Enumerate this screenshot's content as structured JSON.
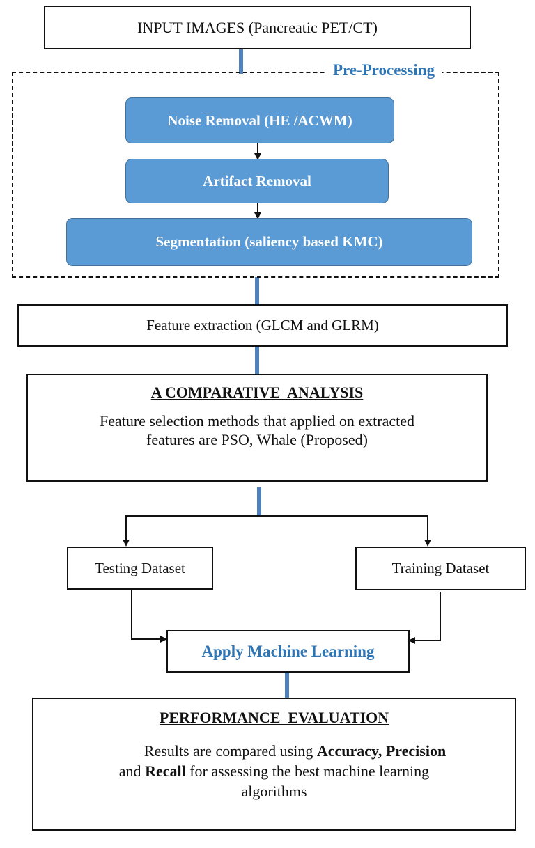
{
  "input": {
    "label": "INPUT IMAGES (Pancreatic PET/CT)"
  },
  "preprocessing": {
    "title": "Pre-Processing",
    "steps": [
      "Noise Removal (HE /ACWM)",
      "Artifact Removal",
      "Segmentation (saliency based KMC)"
    ]
  },
  "feature_extraction": {
    "label": "Feature extraction (GLCM and GLRM)"
  },
  "comparative": {
    "title": "A COMPARATIVE  ANALYSIS",
    "line1": "Feature selection methods that applied on extracted",
    "line2": "features are PSO, Whale (Proposed)"
  },
  "datasets": {
    "testing": "Testing Dataset",
    "training": "Training Dataset"
  },
  "ml": {
    "label": "Apply Machine Learning"
  },
  "performance": {
    "title": "PERFORMANCE  EVALUATION",
    "t1": "Results are compared using ",
    "b1": "Accuracy",
    "t2": ", ",
    "b2": "Precision",
    "t3": "and ",
    "b3": "Recall",
    "t4": " for assessing the best machine learning",
    "t5": "algorithms"
  },
  "colors": {
    "step_fill": "#5b9bd5",
    "accent_text": "#2e75b6",
    "thick_arrow": "#4f81bd"
  }
}
